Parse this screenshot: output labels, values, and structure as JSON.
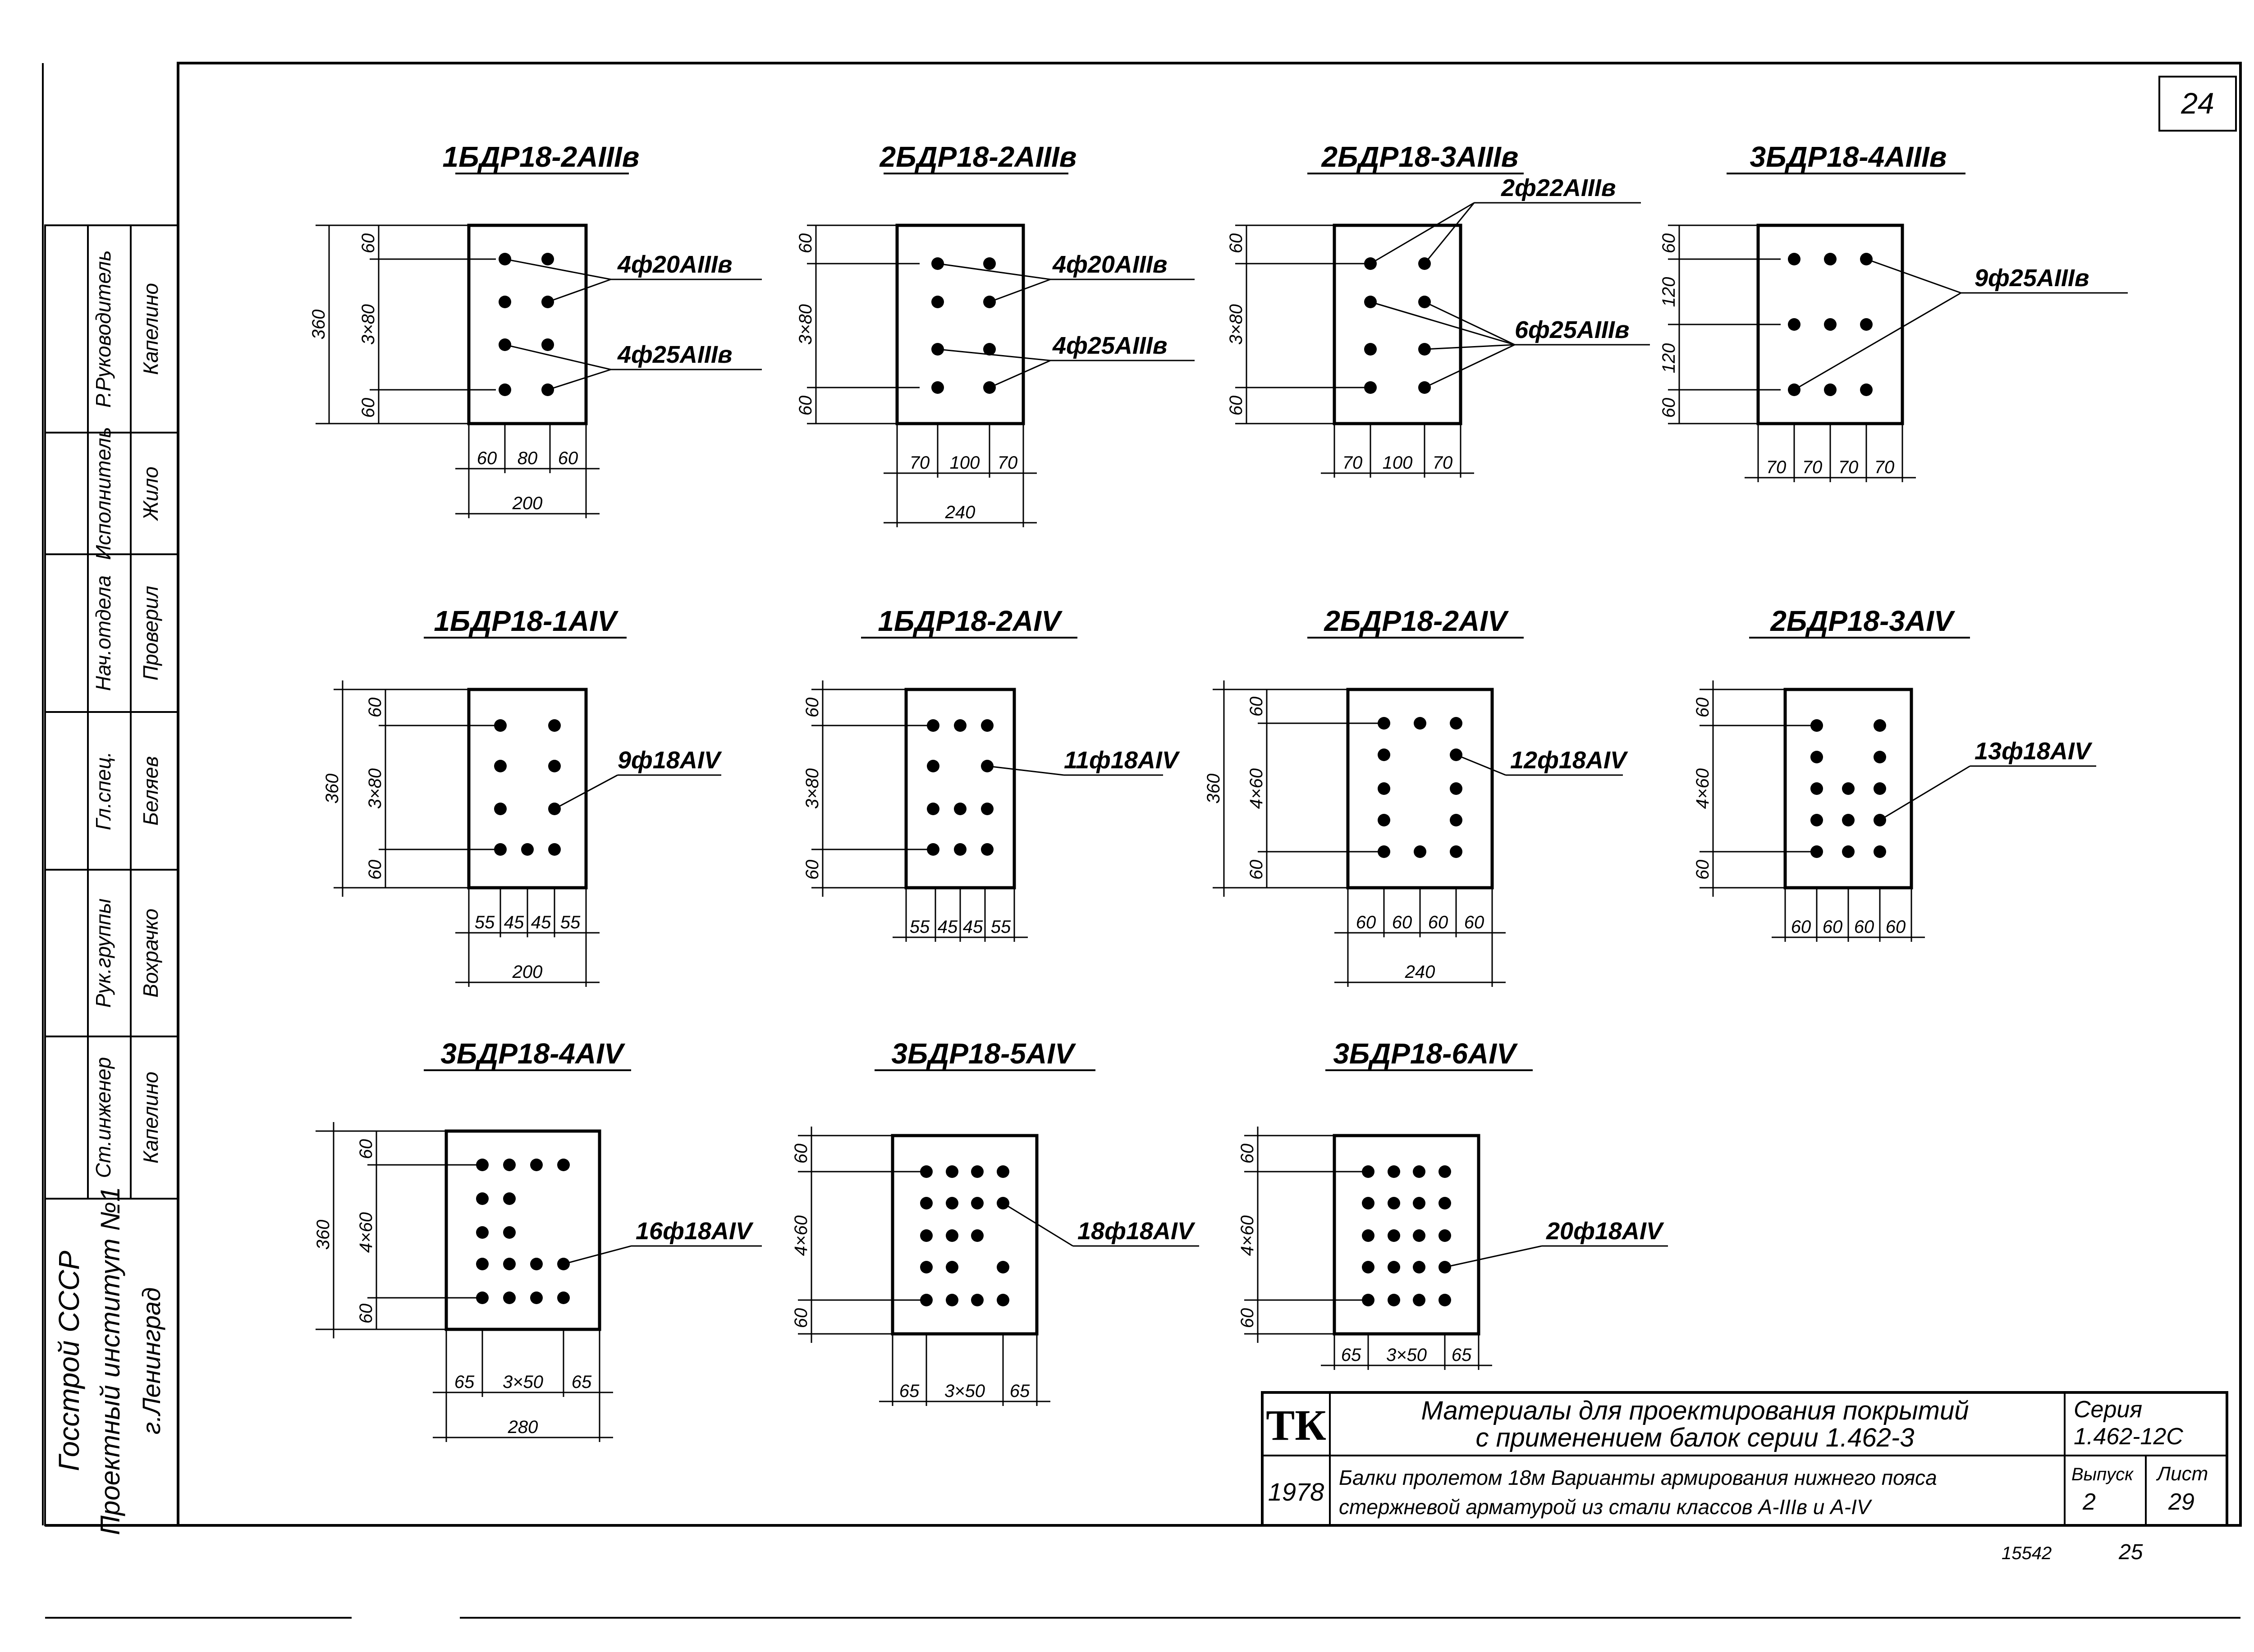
{
  "sheet_number": "24",
  "bottom_note_left": "15542",
  "bottom_note_right": "25",
  "sections": [
    {
      "title": "1БДР18-2АIIIв",
      "height": "360",
      "v_dims": [
        "60",
        "3×80",
        "60"
      ],
      "h_dims": [
        "60",
        "80",
        "60"
      ],
      "width": "200",
      "labels": [
        "4ф20АIIIв",
        "4ф25АIIIв"
      ]
    },
    {
      "title": "2БДР18-2АIIIв",
      "height": "",
      "v_dims": [
        "60",
        "3×80",
        "60"
      ],
      "h_dims": [
        "70",
        "100",
        "70"
      ],
      "width": "240",
      "labels": [
        "4ф20АIIIв",
        "4ф25АIIIв"
      ]
    },
    {
      "title": "2БДР18-3АIIIв",
      "height": "",
      "v_dims": [
        "60",
        "3×80",
        "60"
      ],
      "h_dims": [
        "70",
        "100",
        "70"
      ],
      "width": "",
      "labels": [
        "2ф22АIIIв",
        "6ф25АIIIв"
      ]
    },
    {
      "title": "3БДР18-4АIIIв",
      "height": "",
      "v_dims": [
        "60",
        "120",
        "120",
        "60"
      ],
      "h_dims": [
        "70",
        "70",
        "70",
        "70"
      ],
      "width": "",
      "labels": [
        "9ф25АIIIв"
      ]
    },
    {
      "title": "1БДР18-1АIV",
      "height": "360",
      "v_dims": [
        "60",
        "3×80",
        "60"
      ],
      "h_dims": [
        "55",
        "45",
        "45",
        "55"
      ],
      "width": "200",
      "labels": [
        "9ф18АIV"
      ]
    },
    {
      "title": "1БДР18-2АIV",
      "height": "",
      "v_dims": [
        "60",
        "3×80",
        "60"
      ],
      "h_dims": [
        "55",
        "45",
        "45",
        "55"
      ],
      "width": "",
      "labels": [
        "11ф18АIV"
      ]
    },
    {
      "title": "2БДР18-2АIV",
      "height": "360",
      "v_dims": [
        "60",
        "4×60",
        "60"
      ],
      "h_dims": [
        "60",
        "60",
        "60",
        "60"
      ],
      "width": "240",
      "labels": [
        "12ф18АIV"
      ]
    },
    {
      "title": "2БДР18-3АIV",
      "height": "",
      "v_dims": [
        "60",
        "4×60",
        "60"
      ],
      "h_dims": [
        "60",
        "60",
        "60",
        "60"
      ],
      "width": "",
      "labels": [
        "13ф18АIV"
      ]
    },
    {
      "title": "3БДР18-4АIV",
      "height": "360",
      "v_dims": [
        "60",
        "4×60",
        "60"
      ],
      "h_dims": [
        "65",
        "3×50",
        "65"
      ],
      "width": "280",
      "labels": [
        "16ф18АIV"
      ]
    },
    {
      "title": "3БДР18-5АIV",
      "height": "",
      "v_dims": [
        "60",
        "4×60",
        "60"
      ],
      "h_dims": [
        "65",
        "3×50",
        "65"
      ],
      "width": "",
      "labels": [
        "18ф18АIV"
      ]
    },
    {
      "title": "3БДР18-6АIV",
      "height": "",
      "v_dims": [
        "60",
        "4×60",
        "60"
      ],
      "h_dims": [
        "65",
        "3×50",
        "65"
      ],
      "width": "",
      "labels": [
        "20ф18АIV"
      ]
    }
  ],
  "side_stamp": {
    "roles": [
      "Р.Руководитель",
      "Исполнитель",
      "Нач.отдела",
      "Гл.спец.",
      "Рук.группы",
      "Ст.инженер"
    ],
    "names": [
      "Капелино",
      "Жило",
      "Проверил",
      "Беляев",
      "Вохрачко",
      "Капелино"
    ],
    "organization": [
      "Госстрой СССР",
      "Проектный институт №1",
      "г.Ленинград"
    ]
  },
  "title_block": {
    "logo": "ТК",
    "title_line1": "Материалы для проектирования покрытий",
    "title_line2": "с применением балок серии 1.462-3",
    "series_label": "Серия",
    "series_value": "1.462-12С",
    "year": "1978",
    "desc_line1": "Балки пролетом 18м Варианты армирования нижнего пояса",
    "desc_line2": "стержневой арматурой из стали классов А-IIIв и А-IV",
    "issue_label": "Выпуск",
    "issue_value": "2",
    "sheet_label": "Лист",
    "sheet_value": "29"
  }
}
